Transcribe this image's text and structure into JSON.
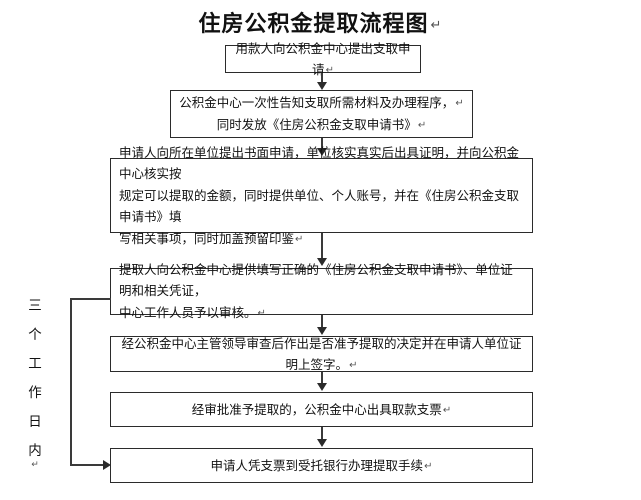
{
  "document": {
    "title": "住房公积金提取流程图",
    "title_mark": "↵"
  },
  "side_note": {
    "chars": [
      "三",
      "个",
      "工",
      "作",
      "日",
      "内"
    ],
    "mark": "↵",
    "text": "三个工作日内"
  },
  "flow": {
    "nodes": [
      {
        "id": "step-1",
        "align": "center",
        "lines": [
          {
            "text": "用款人向公积金中心提出支取申请",
            "mark": "↵"
          }
        ]
      },
      {
        "id": "step-2",
        "align": "center",
        "lines": [
          {
            "text": "公积金中心一次性告知支取所需材料及办理程序，",
            "mark": "↵"
          },
          {
            "text": "同时发放《住房公积金支取申请书》",
            "mark": "↵"
          }
        ]
      },
      {
        "id": "step-3",
        "align": "left",
        "lines": [
          {
            "text": "申请人向所在单位提出书面申请，单位核实真实后出具证明，并向公积金中心核实按",
            "mark": ""
          },
          {
            "text": "规定可以提取的金额，同时提供单位、个人账号，并在《住房公积金支取申请书》填",
            "mark": ""
          },
          {
            "text": "写相关事项，同时加盖预留印鉴",
            "mark": "↵"
          }
        ]
      },
      {
        "id": "step-4",
        "align": "left",
        "lines": [
          {
            "text": "提取人向公积金中心提供填写正确的《住房公积金支取申请书》、单位证明和相关凭证，",
            "mark": ""
          },
          {
            "text": "中心工作人员予以审核。",
            "mark": "↵"
          }
        ]
      },
      {
        "id": "step-5",
        "align": "center",
        "lines": [
          {
            "text": "经公积金中心主管领导审查后作出是否准予提取的决定并在申请人单位证明上签字。",
            "mark": "↵"
          }
        ]
      },
      {
        "id": "step-6",
        "align": "center",
        "lines": [
          {
            "text": "经审批准予提取的，公积金中心出具取款支票",
            "mark": "↵"
          }
        ]
      },
      {
        "id": "step-7",
        "align": "center",
        "lines": [
          {
            "text": "申请人凭支票到受托银行办理提取手续",
            "mark": "↵"
          }
        ]
      }
    ]
  },
  "style": {
    "line_color": "#2b2b2b",
    "text_color": "#111111",
    "background": "#ffffff"
  }
}
